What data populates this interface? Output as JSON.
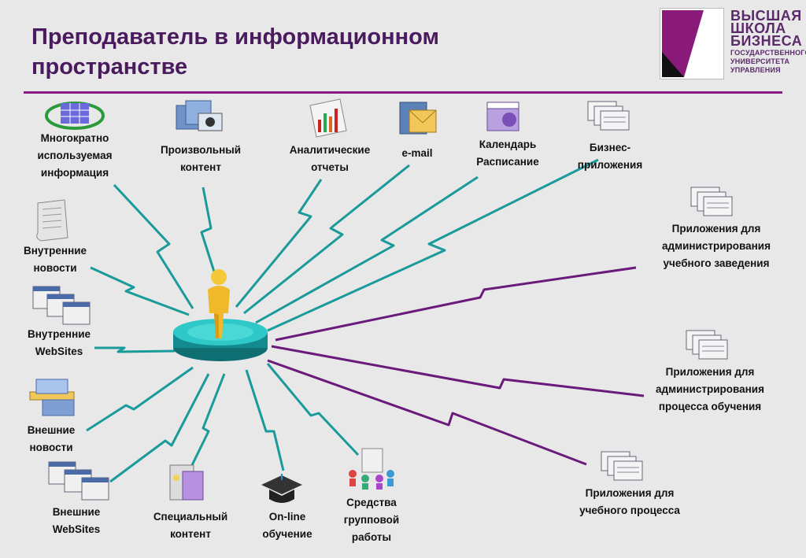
{
  "title_line1": "Преподаватель в информационном",
  "title_line2": "пространстве",
  "logo": {
    "line1": "ВЫСШАЯ",
    "line2": "ШКОЛА",
    "line3": "БИЗНЕСА",
    "line4": "ГОСУДАРСТВЕННОГО",
    "line5": "УНИВЕРСИТЕТА",
    "line6": "УПРАВЛЕНИЯ"
  },
  "colors": {
    "title": "#4a1a5e",
    "teal": "#1a9a9a",
    "purple": "#6a1a7a",
    "accent": "#8a1a8a"
  },
  "nodes": {
    "reused_info": "Многократно\nиспользуемая\nинформация",
    "arbitrary_content": "Произвольный\nконтент",
    "analytics": "Аналитические\nотчеты",
    "email": "e-mail",
    "calendar": "Календарь\nРасписание",
    "business_apps": "Бизнес-\nприложения",
    "internal_news": "Внутренние\nновости",
    "internal_websites": "Внутренние\nWebSites",
    "external_news": "Внешние\nновости",
    "external_websites": "Внешние\nWebSites",
    "special_content": "Специальный\nконтент",
    "online_learning": "On-line\nобучение",
    "groupware": "Средства\nгрупповой\nработы",
    "apps_admin_institution": "Приложения для\nадминистрирования\nучебного заведения",
    "apps_admin_process": "Приложения для\nадминистрирования\nпроцесса обучения",
    "apps_learning_process": "Приложения для\nучебного процесса"
  }
}
